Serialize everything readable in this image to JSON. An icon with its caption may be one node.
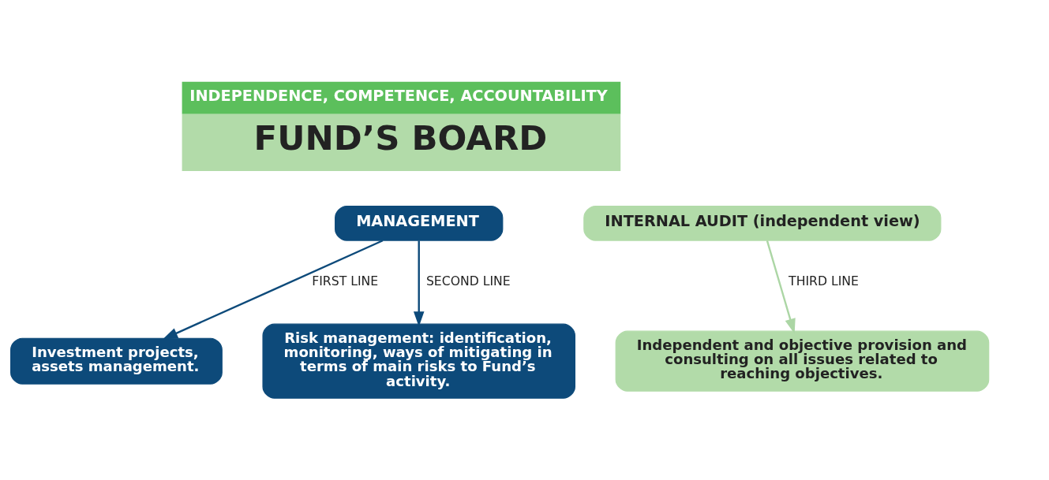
{
  "diagram": {
    "nodes": [
      {
        "text": [
          "INDEPENDENCE, COMPETENCE, ACCOUNTABILITY",
          "FUND’S BOARD"
        ]
      },
      {
        "text": [
          "MANAGEMENT"
        ]
      },
      {
        "text": [
          "INTERNAL AUDIT (independent view)"
        ]
      },
      {
        "text": [
          "Investment projects, assets management."
        ]
      },
      {
        "text": [
          "Risk management: identification, monitoring, ways of mitigating in terms of main risks to Fund’s activity."
        ]
      },
      {
        "text": [
          "Independent and objective provision and consulting on all issues related to reaching objectives."
        ]
      }
    ],
    "edges": [
      {
        "from": 1,
        "to": 3,
        "arrow": "to",
        "label": "FIRST LINE"
      },
      {
        "from": 1,
        "to": 4,
        "arrow": "to",
        "label": "SECOND LINE"
      },
      {
        "from": 2,
        "to": 5,
        "arrow": "to",
        "label": "THIRD LINE",
        "color": "#acd6a5"
      }
    ]
  }
}
